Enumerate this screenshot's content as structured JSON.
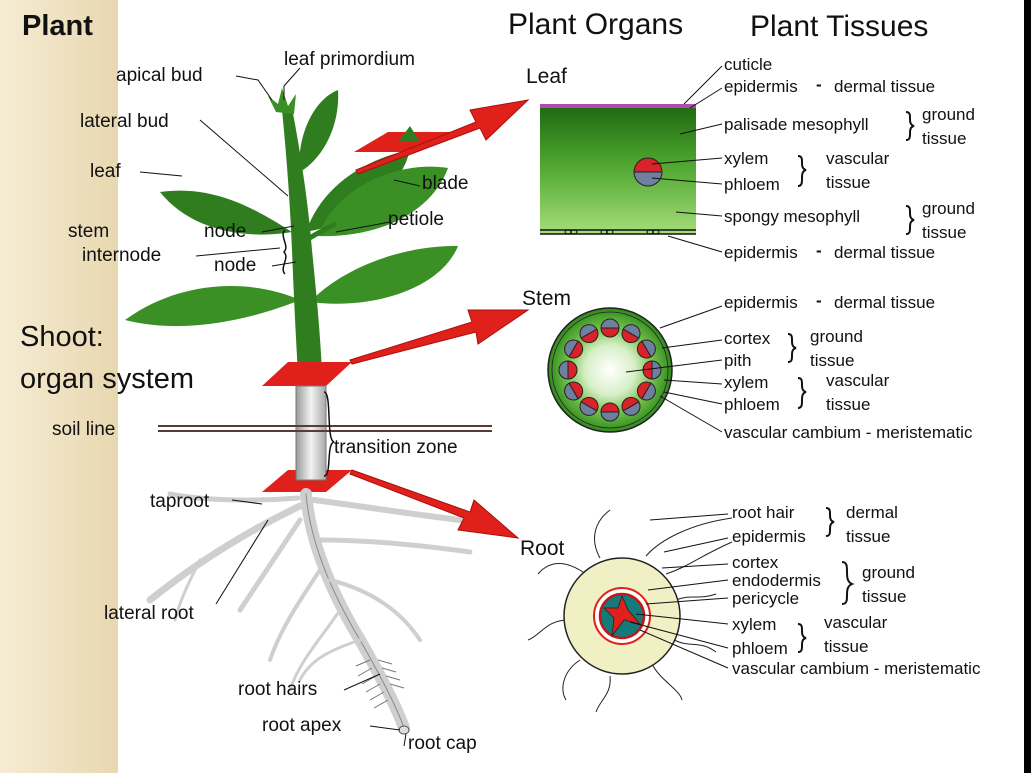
{
  "titles": {
    "plant": "Plant",
    "organs": "Plant Organs",
    "tissues": "Plant Tissues",
    "shoot_line1": "Shoot:",
    "shoot_line2": "organ system"
  },
  "plant_labels": {
    "apical_bud": "apical bud",
    "leaf_primordium": "leaf primordium",
    "lateral_bud": "lateral bud",
    "leaf": "leaf",
    "blade": "blade",
    "stem": "stem",
    "node_upper": "node",
    "petiole": "petiole",
    "internode": "internode",
    "node_lower": "node",
    "soil_line": "soil line",
    "transition_zone": "transition zone",
    "taproot": "taproot",
    "lateral_root": "lateral root",
    "root_hairs": "root hairs",
    "root_apex": "root apex",
    "root_cap": "root cap"
  },
  "organs": {
    "leaf": "Leaf",
    "stem": "Stem",
    "root": "Root"
  },
  "leaf_tissues": {
    "cuticle": "cuticle",
    "epidermis_top": "epidermis",
    "dermal_top": "dermal tissue",
    "palisade": "palisade mesophyll",
    "ground_a1": "ground",
    "ground_a2": "tissue",
    "xylem": "xylem",
    "phloem": "phloem",
    "vascular1": "vascular",
    "vascular2": "tissue",
    "spongy": "spongy mesophyll",
    "ground_b1": "ground",
    "ground_b2": "tissue",
    "epidermis_bottom": "epidermis",
    "dermal_bottom": "dermal tissue"
  },
  "stem_tissues": {
    "epidermis": "epidermis",
    "dermal": "dermal tissue",
    "cortex": "cortex",
    "pith": "pith",
    "ground1": "ground",
    "ground2": "tissue",
    "xylem": "xylem",
    "phloem": "phloem",
    "vascular1": "vascular",
    "vascular2": "tissue",
    "cambium": "vascular cambium - meristematic"
  },
  "root_tissues": {
    "root_hair": "root hair",
    "epidermis": "epidermis",
    "dermal1": "dermal",
    "dermal2": "tissue",
    "cortex": "cortex",
    "endodermis": "endodermis",
    "pericycle": "pericycle",
    "ground1": "ground",
    "ground2": "tissue",
    "xylem": "xylem",
    "phloem": "phloem",
    "vascular1": "vascular",
    "vascular2": "tissue",
    "cambium": "vascular cambium - meristematic"
  },
  "colors": {
    "stem_green": "#2f7d1f",
    "leaf_green": "#3a8f25",
    "arrow_red": "#e0201a",
    "sidebar": "#f3e6c8",
    "root_gray": "#cfcfcf",
    "root_cortex": "#f1efc4"
  }
}
